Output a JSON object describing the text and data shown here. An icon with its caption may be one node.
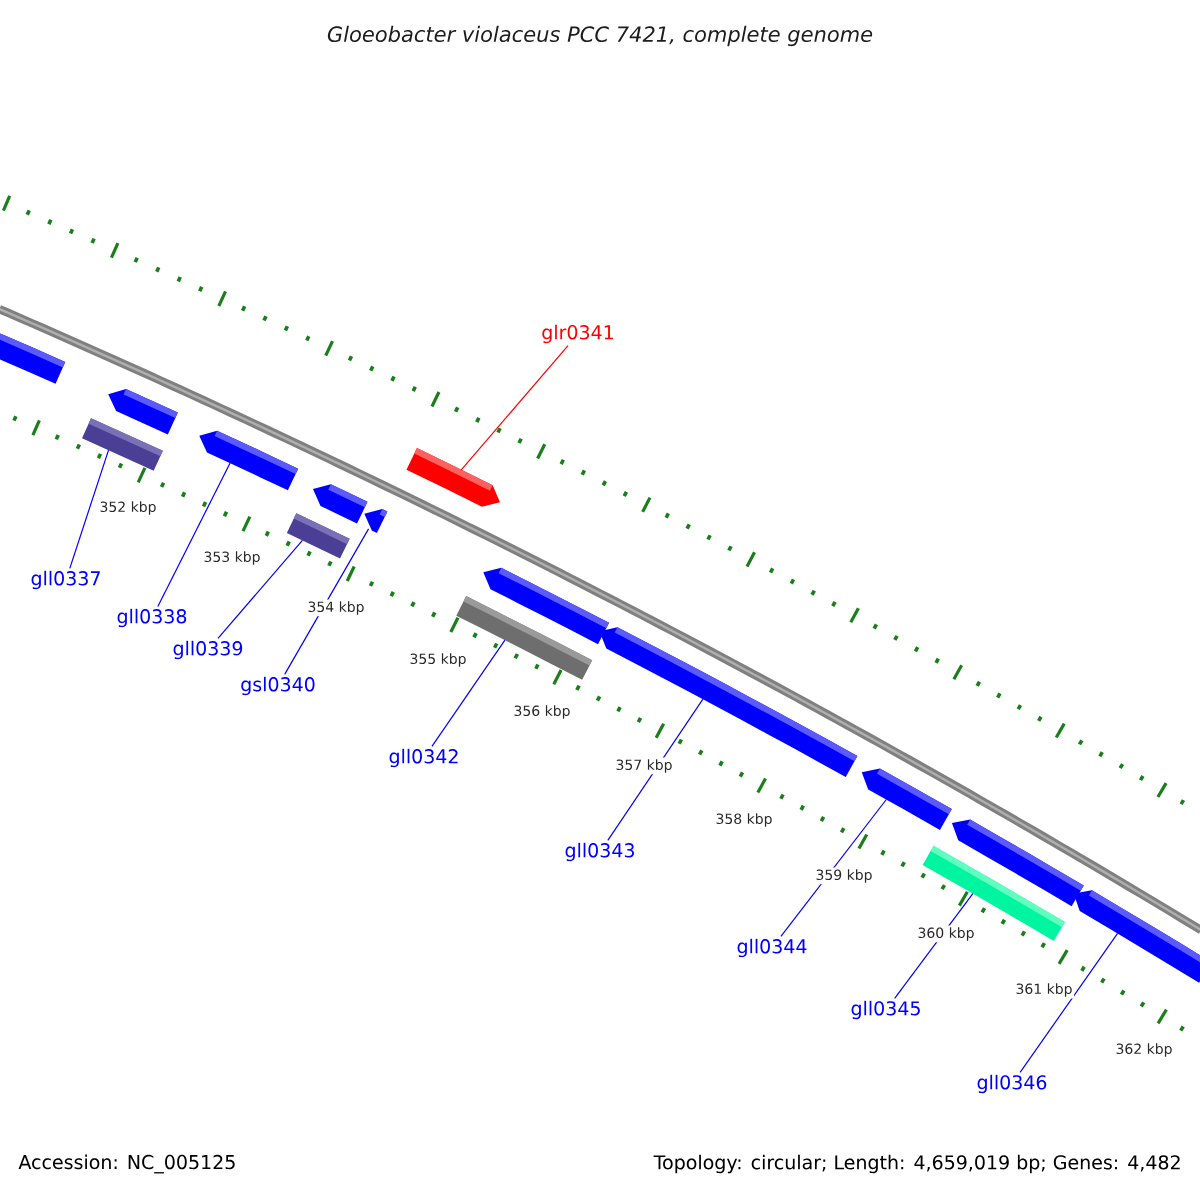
{
  "diagram": {
    "title": "Gloeobacter violaceus PCC 7421, complete genome",
    "nodes": [
      {
        "text": [
          "gll0337"
        ]
      },
      {
        "text": [
          "gll0338"
        ]
      },
      {
        "text": [
          "gll0339"
        ]
      },
      {
        "text": [
          "gsl0340"
        ]
      },
      {
        "text": [
          "glr0341"
        ]
      },
      {
        "text": [
          "gll0342"
        ]
      },
      {
        "text": [
          "gll0343"
        ]
      },
      {
        "text": [
          "gll0344"
        ]
      },
      {
        "text": [
          "gll0345"
        ]
      },
      {
        "text": [
          "gll0346"
        ]
      },
      {
        "text": [],
        "shape": "bar"
      },
      {
        "text": [],
        "shape": "bar"
      },
      {
        "text": [],
        "shape": "bar"
      },
      {
        "text": [],
        "shape": "bar"
      },
      {
        "text": [],
        "shape": "bar"
      },
      {
        "text": [],
        "shape": "bar"
      },
      {
        "text": [],
        "shape": "bar"
      },
      {
        "text": [],
        "shape": "bar"
      },
      {
        "text": [],
        "shape": "bar"
      },
      {
        "text": [],
        "shape": "bar"
      },
      {
        "text": [],
        "shape": "bar"
      },
      {
        "text": [],
        "shape": "bar"
      },
      {
        "text": [],
        "shape": "bar"
      },
      {
        "text": [],
        "shape": "bar"
      },
      {
        "text": [],
        "shape": "bar"
      }
    ],
    "edges": [
      {
        "from": 0,
        "to": 11,
        "arrow": "none"
      },
      {
        "from": 1,
        "to": 13,
        "arrow": "none"
      },
      {
        "from": 2,
        "to": 14,
        "arrow": "none"
      },
      {
        "from": 3,
        "to": 16,
        "arrow": "none"
      },
      {
        "from": 4,
        "to": 17,
        "arrow": "none",
        "color": "#ff0000"
      },
      {
        "from": 5,
        "to": 18,
        "arrow": "none"
      },
      {
        "from": 6,
        "to": 20,
        "arrow": "none"
      },
      {
        "from": 7,
        "to": 21,
        "arrow": "none"
      },
      {
        "from": 8,
        "to": 22,
        "arrow": "none"
      },
      {
        "from": 9,
        "to": 24,
        "arrow": "none"
      }
    ],
    "labels": [
      "352 kbp",
      "353 kbp",
      "354 kbp",
      "355 kbp",
      "356 kbp",
      "357 kbp",
      "358 kbp",
      "359 kbp",
      "360 kbp",
      "361 kbp",
      "362 kbp",
      "Accession: NC_005125",
      "Topology: circular; Length: 4,659,019 bp; Genes: 4,482"
    ]
  }
}
